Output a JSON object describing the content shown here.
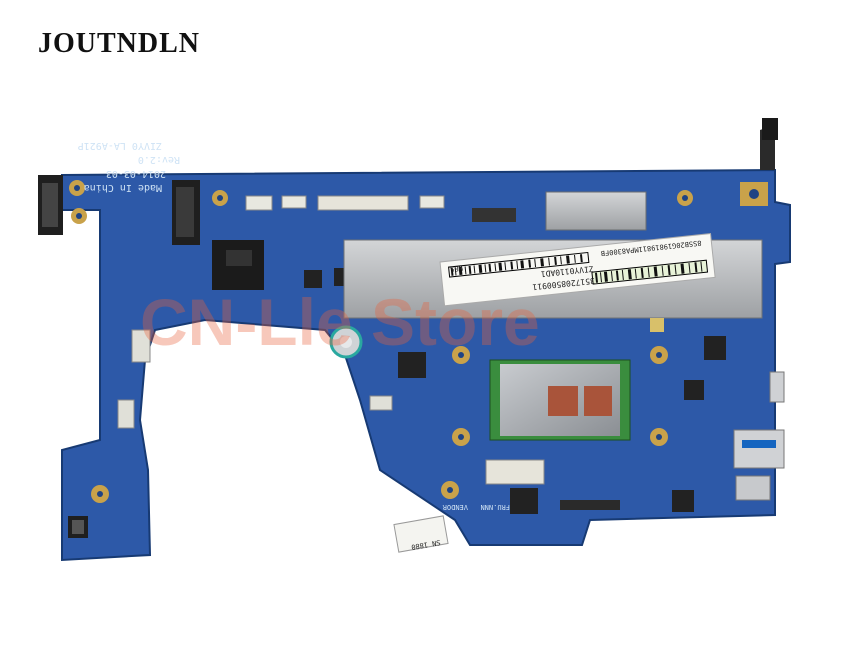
{
  "brand": {
    "name": "JOUTNDLN"
  },
  "board": {
    "model_line": "ZIVY0 LA-A921P",
    "rev": "Rev:2.0",
    "date": "2014-03-03",
    "origin": "Made In China",
    "sticker_barcode_1": "8SSB20G19819811MPA8300FB",
    "sticker_part": "ZIVY0110AD1",
    "sticker_serial": "3517208500911",
    "sticker_w8s": "W8S",
    "vendor_tag": "VENDOR",
    "fru_tag": "FRU.NNN",
    "small_label": "SN 1880"
  },
  "watermark": {
    "text": "CN-Lle Store",
    "color": "#e8603c"
  },
  "colors": {
    "pcb": "#2d59a8",
    "pcb_dark": "#1f4384",
    "shield": "#b9bcbf",
    "gold": "#c9a24a"
  }
}
